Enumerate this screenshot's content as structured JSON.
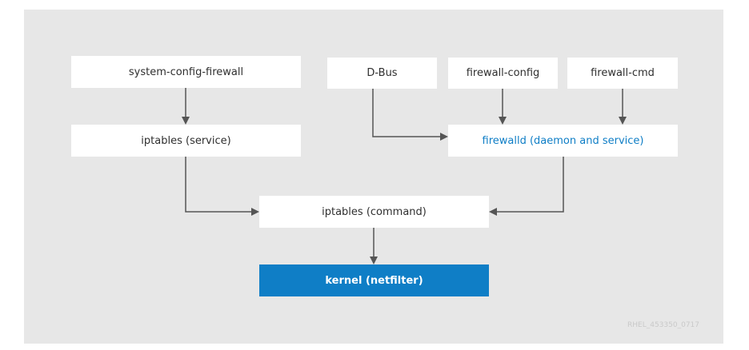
{
  "diagram": {
    "nodes": {
      "system_config_firewall": "system-config-firewall",
      "dbus": "D-Bus",
      "firewall_config": "firewall-config",
      "firewall_cmd": "firewall-cmd",
      "iptables_service": "iptables (service)",
      "firewalld": "firewalld (daemon and service)",
      "iptables_command": "iptables (command)",
      "kernel": "kernel (netfilter)"
    },
    "edges": [
      {
        "from": "system-config-firewall",
        "to": "iptables (service)"
      },
      {
        "from": "D-Bus",
        "to": "firewalld (daemon and service)"
      },
      {
        "from": "firewall-config",
        "to": "firewalld (daemon and service)"
      },
      {
        "from": "firewall-cmd",
        "to": "firewalld (daemon and service)"
      },
      {
        "from": "iptables (service)",
        "to": "iptables (command)"
      },
      {
        "from": "firewalld (daemon and service)",
        "to": "iptables (command)"
      },
      {
        "from": "iptables (command)",
        "to": "kernel (netfilter)"
      }
    ],
    "watermark": "RHEL_453350_0717"
  },
  "colors": {
    "background": "#e7e7e7",
    "box": "#ffffff",
    "accent": "#0f7ec6",
    "arrow": "#555555"
  }
}
